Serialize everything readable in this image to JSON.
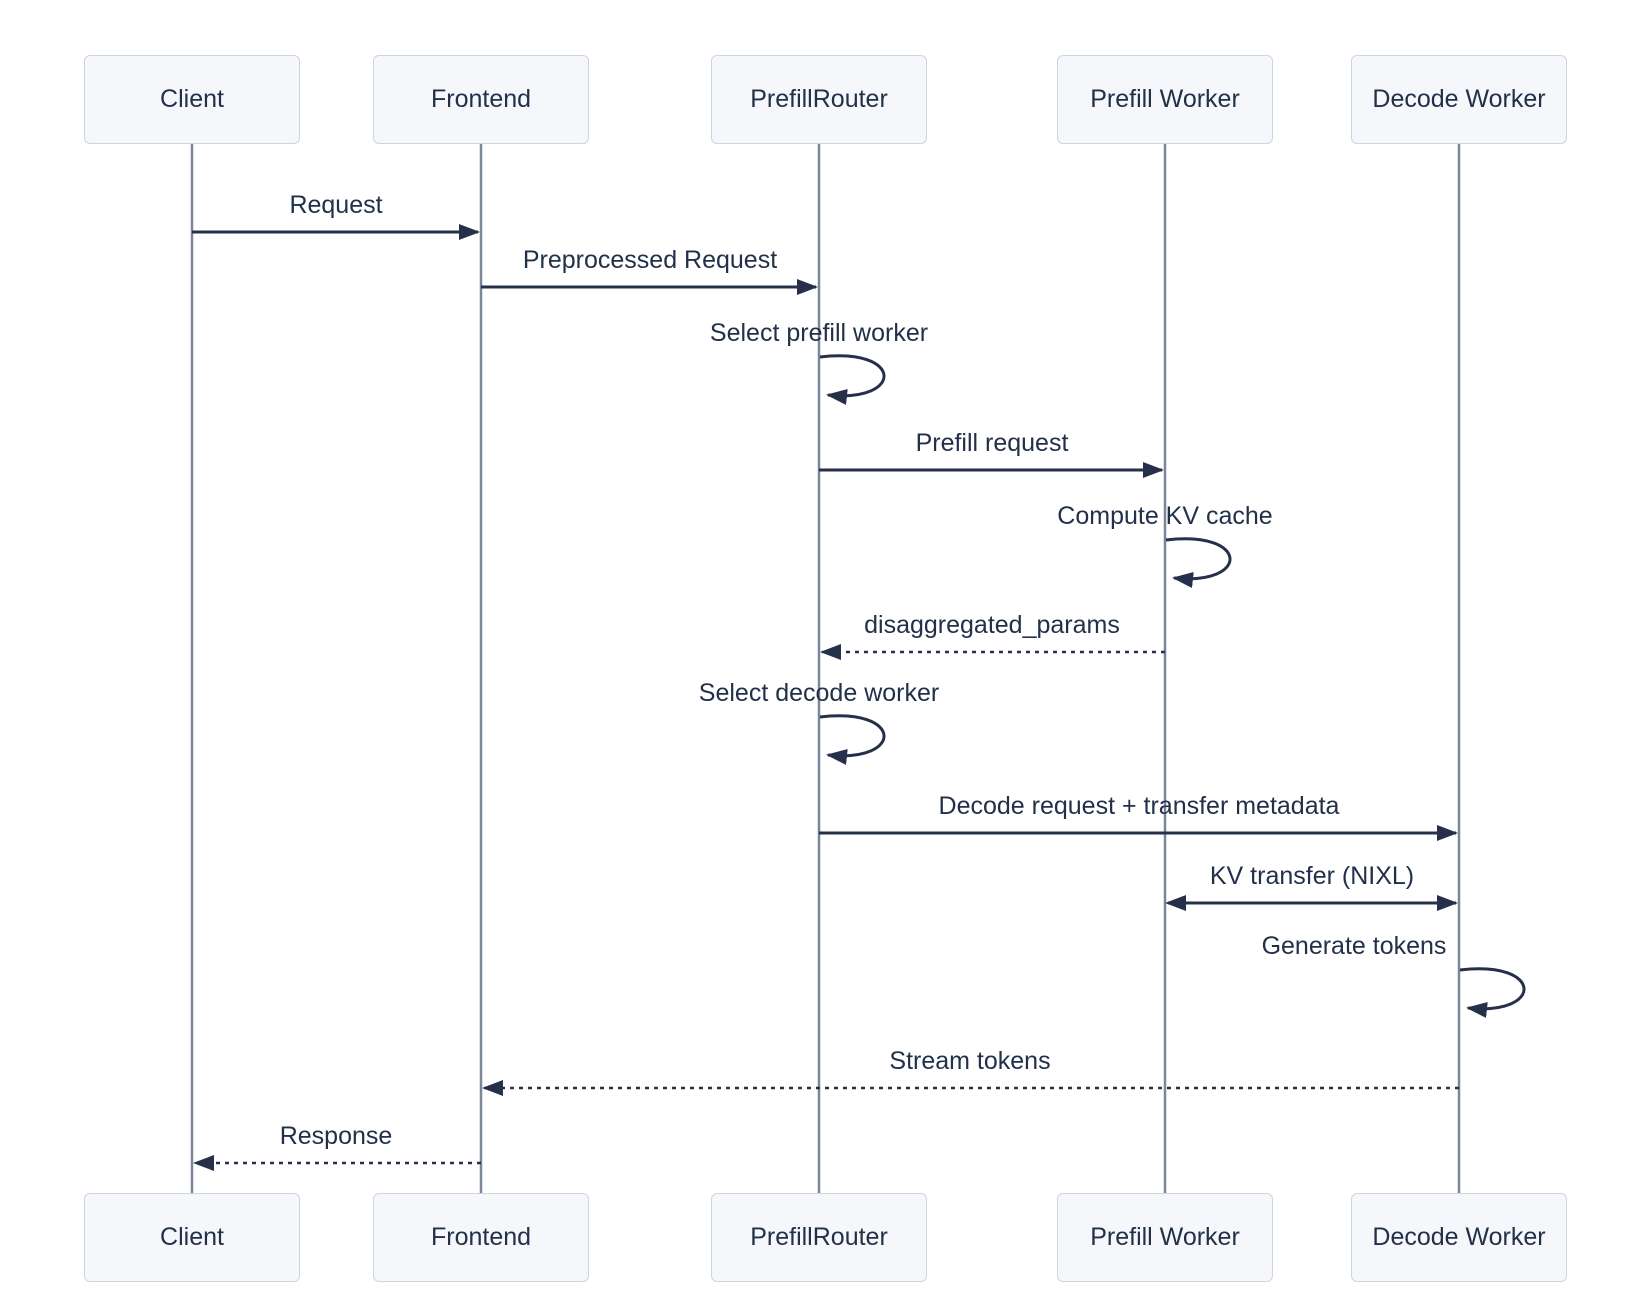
{
  "diagram": {
    "kind": "sequence-diagram",
    "participants": [
      {
        "name": "Client"
      },
      {
        "name": "Frontend"
      },
      {
        "name": "PrefillRouter"
      },
      {
        "name": "Prefill Worker"
      },
      {
        "name": "Decode Worker"
      }
    ],
    "messages": [
      {
        "from": "Client",
        "to": "Frontend",
        "label": "Request",
        "line": "solid",
        "arrow": "single"
      },
      {
        "from": "Frontend",
        "to": "PrefillRouter",
        "label": "Preprocessed Request",
        "line": "solid",
        "arrow": "single"
      },
      {
        "from": "PrefillRouter",
        "to": "PrefillRouter",
        "label": "Select prefill worker",
        "line": "solid",
        "arrow": "self"
      },
      {
        "from": "PrefillRouter",
        "to": "Prefill Worker",
        "label": "Prefill request",
        "line": "solid",
        "arrow": "single"
      },
      {
        "from": "Prefill Worker",
        "to": "Prefill Worker",
        "label": "Compute KV cache",
        "line": "solid",
        "arrow": "self"
      },
      {
        "from": "Prefill Worker",
        "to": "PrefillRouter",
        "label": "disaggregated_params",
        "line": "dashed",
        "arrow": "single"
      },
      {
        "from": "PrefillRouter",
        "to": "PrefillRouter",
        "label": "Select decode worker",
        "line": "solid",
        "arrow": "self"
      },
      {
        "from": "PrefillRouter",
        "to": "Decode Worker",
        "label": "Decode request + transfer metadata",
        "line": "solid",
        "arrow": "single"
      },
      {
        "from": "Prefill Worker",
        "to": "Decode Worker",
        "label": "KV transfer (NIXL)",
        "line": "solid",
        "arrow": "both"
      },
      {
        "from": "Decode Worker",
        "to": "Decode Worker",
        "label": "Generate tokens",
        "line": "solid",
        "arrow": "self"
      },
      {
        "from": "Decode Worker",
        "to": "Frontend",
        "label": "Stream tokens",
        "line": "dashed",
        "arrow": "single"
      },
      {
        "from": "Frontend",
        "to": "Client",
        "label": "Response",
        "line": "dashed",
        "arrow": "single"
      }
    ],
    "colors": {
      "background": "#ffffff",
      "actor_fill": "#f5f7fa",
      "actor_border": "#ccd5e2",
      "text": "#22304a",
      "arrow": "#27304a",
      "lifeline": "#7a8699"
    }
  }
}
